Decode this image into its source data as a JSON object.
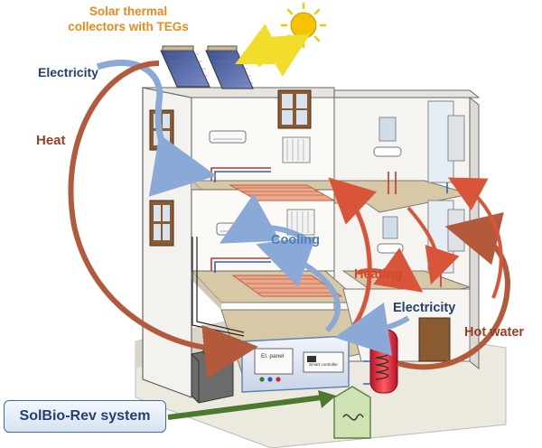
{
  "labels": {
    "solar_title_line1": "Solar thermal",
    "solar_title_line2": "collectors with TEGs",
    "electricity_top": "Electricity",
    "heat": "Heat",
    "cooling": "Cooling",
    "heating": "Heating",
    "electricity_right": "Electricity",
    "hot_water": "Hot water",
    "system": "SolBio-Rev system",
    "electrical_panel": "El. panel",
    "smart_controller": "Smart controller"
  },
  "colors": {
    "electricity": "#3f6ca8",
    "heat": "#9b3d22",
    "cooling": "#4e7fbd",
    "heating": "#cc4b2f",
    "solar_title": "#e8891c",
    "system_arrow": "#4b7a2e",
    "sun": "#f5c400"
  }
}
